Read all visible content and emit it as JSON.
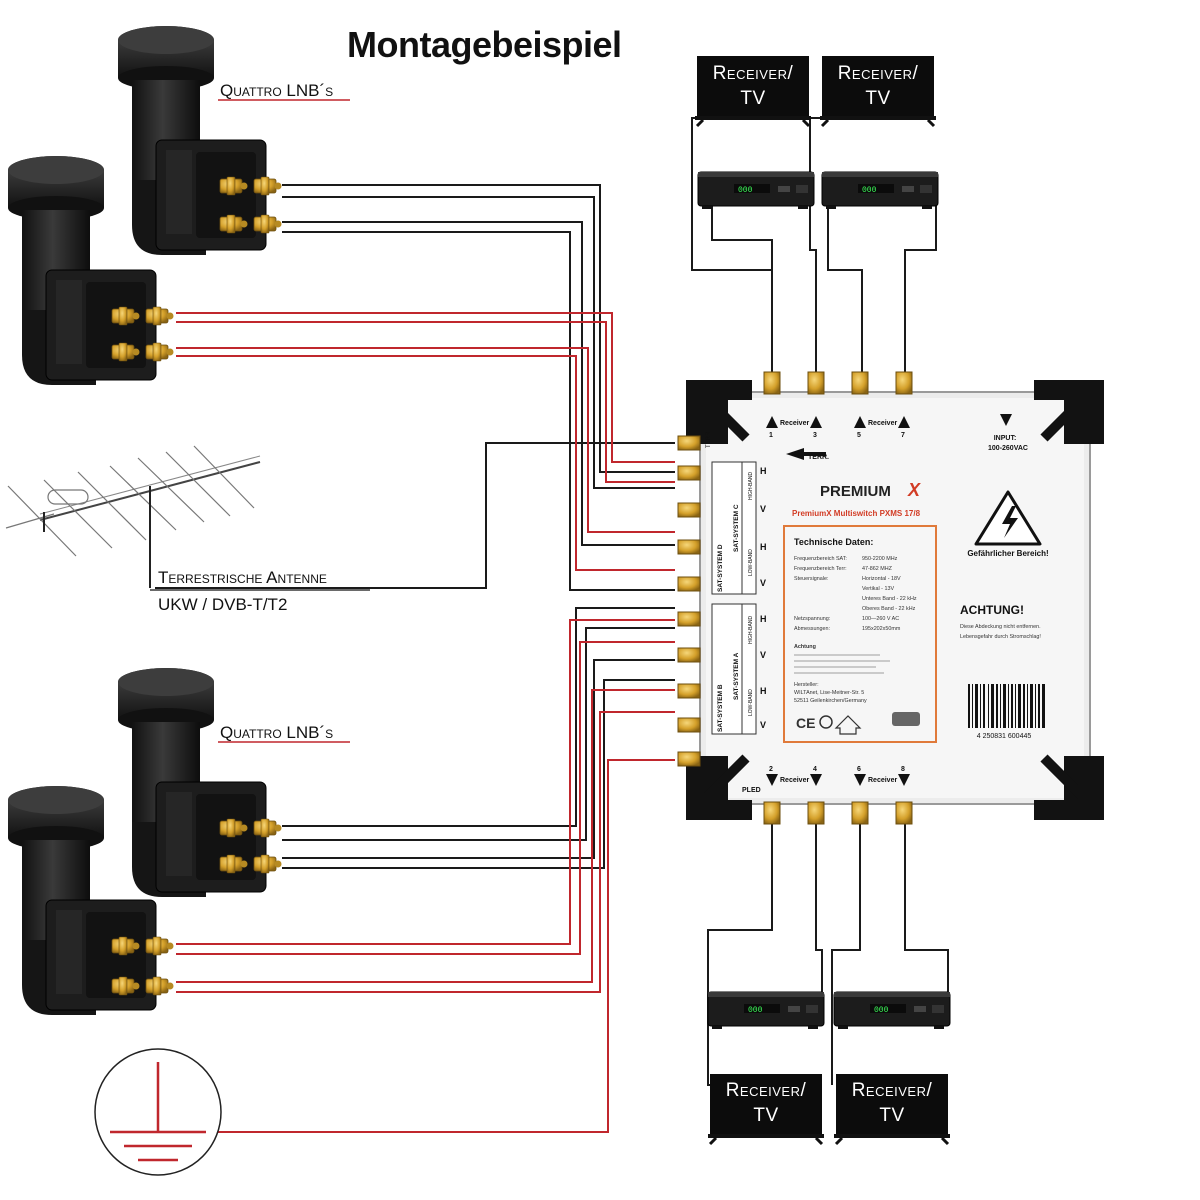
{
  "title": "Montagebeispiel",
  "lnb_label_top": "Quattro LNB´s",
  "lnb_label_bottom": "Quattro LNB´s",
  "antenna_label_line1": "Terrestrische Antenne",
  "antenna_label_line2": "UKW / DVB-T/T2",
  "tv_labels": {
    "tv1_line1": "Receiver/",
    "tv1_line2": "TV",
    "tv2_line1": "Receiver/",
    "tv2_line2": "TV",
    "tv3_line1": "Receiver/",
    "tv3_line2": "TV",
    "tv4_line1": "Receiver/",
    "tv4_line2": "TV"
  },
  "switch": {
    "brand_main": "PREMIUM",
    "brand_x": "X",
    "model": "PremiumX Multiswitch PXMS 17/8",
    "receiver_top_label": "Receiver",
    "receiver_top_label_2": "Receiver",
    "receiver_bottom_label": "Receiver",
    "receiver_bottom_label_2": "Receiver",
    "port_top_1": "1",
    "port_top_3": "3",
    "port_top_5": "5",
    "port_top_7": "7",
    "port_bottom_2": "2",
    "port_bottom_4": "4",
    "port_bottom_6": "6",
    "port_bottom_8": "8",
    "input_label": "INPUT:",
    "input_value": "100-260VAC",
    "terr_label": "TERR.",
    "terr_side": "TERR.",
    "sat_c": "SAT-SYSTEM C",
    "sat_a": "SAT-SYSTEM A",
    "sat_d": "SAT-SYSTEM D",
    "sat_b": "SAT-SYSTEM B",
    "high_band": "HIGH-BAND",
    "low_band": "LOW-BAND",
    "pol_h": "H",
    "pol_v": "V",
    "tech_heading": "Technische Daten:",
    "tech_rows": [
      {
        "k": "Frequenzbereich SAT:",
        "v": "950-2200 MHz"
      },
      {
        "k": "Frequenzbereich Terr:",
        "v": "47-862 MHZ"
      },
      {
        "k": "Steuersignale:",
        "v": "Horizontal - 18V"
      },
      {
        "k": "",
        "v": "Vertikal - 13V"
      },
      {
        "k": "",
        "v": "Unteres Band - 22 kHz"
      },
      {
        "k": "",
        "v": "Oberes Band - 22 kHz"
      },
      {
        "k": "Netzspannung:",
        "v": "100—260 V AC"
      },
      {
        "k": "Abmessungen:",
        "v": "195x202x50mm"
      }
    ],
    "warn_label": "Gefährlicher Bereich!",
    "achtung": "ACHTUNG!",
    "achtung_text1": "Diese Abdeckung nicht entfernen.",
    "achtung_text2": "Lebensgefahr durch Stromschlag!",
    "notes_heading": "Achtung",
    "hersteller": "Hersteller:",
    "hersteller_1": "WILTAnet, Lise-Meitner-Str. 5",
    "hersteller_2": "52511 Geilenkirchen/Germany",
    "barcode_number": "4 250831 600445",
    "pled": "PLED"
  },
  "colors": {
    "black_wire": "#1a1a1a",
    "red_wire": "#c0272d",
    "gold": "#d9a52b",
    "switch_body": "#f3f3f3",
    "brand_red": "#d23c25"
  },
  "icons": [
    "lnb-icon",
    "antenna-icon",
    "ground-icon",
    "receiver-box-icon",
    "tv-icon",
    "multiswitch-icon",
    "warning-icon",
    "barcode-icon"
  ]
}
